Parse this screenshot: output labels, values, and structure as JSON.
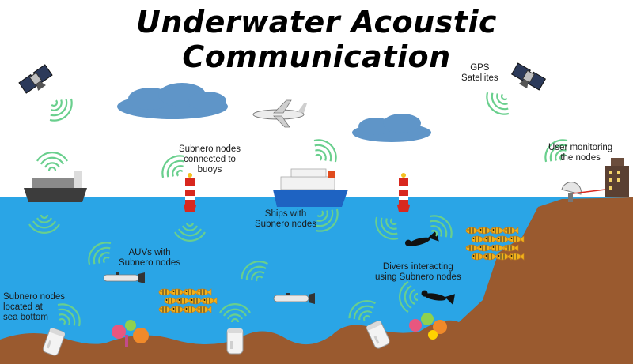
{
  "title": "Underwater Acoustic Communication",
  "labels": {
    "gps": [
      "GPS",
      "Satellites"
    ],
    "buoys": [
      "Subnero nodes",
      "connected to",
      "buoys"
    ],
    "user": [
      "User monitoring",
      "the nodes"
    ],
    "ships": [
      "Ships with",
      "Subnero nodes"
    ],
    "auvs": [
      "AUVs with",
      "Subnero nodes"
    ],
    "divers": [
      "Divers interacting",
      "using Subnero nodes"
    ],
    "bottom": [
      "Subnero nodes",
      "located at",
      "sea bottom"
    ]
  },
  "colors": {
    "sky": "#ffffff",
    "sea": "#2aa5e6",
    "seabed": "#9a5a2f",
    "cloud": "#5f95c8",
    "signal": "#69cf8d",
    "buoy": "#d8281f"
  }
}
